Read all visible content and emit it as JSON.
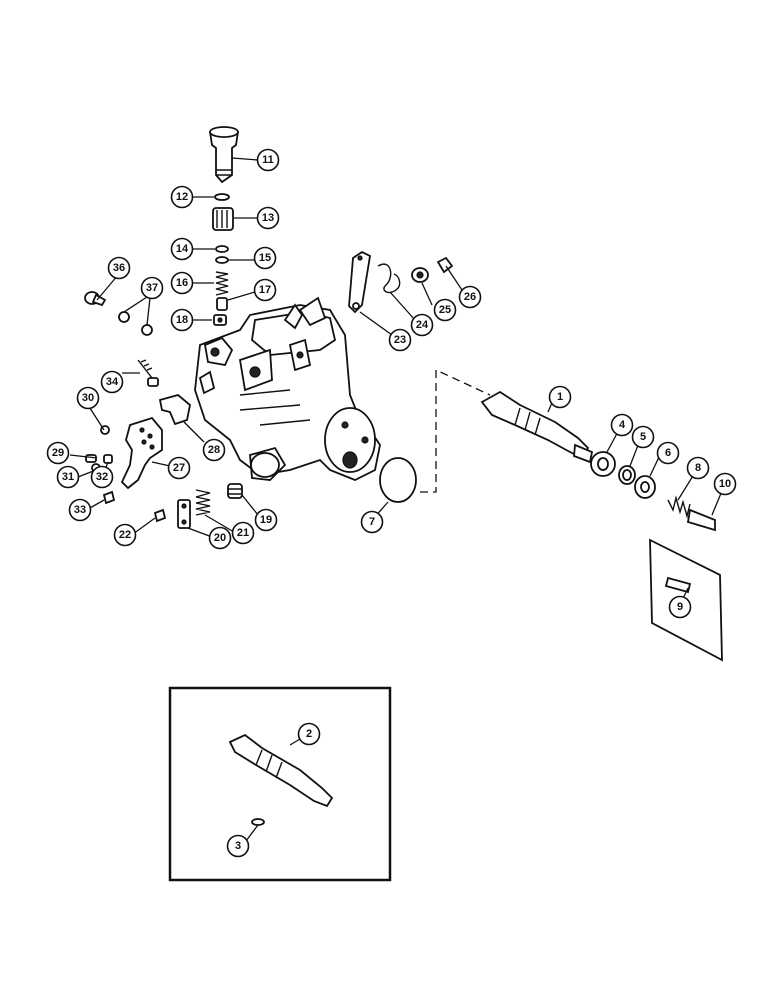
{
  "callouts": [
    "1",
    "2",
    "3",
    "4",
    "5",
    "6",
    "7",
    "8",
    "9",
    "10",
    "11",
    "12",
    "13",
    "14",
    "15",
    "16",
    "17",
    "18",
    "19",
    "20",
    "21",
    "22",
    "23",
    "24",
    "25",
    "26",
    "27",
    "28",
    "29",
    "30",
    "31",
    "32",
    "33",
    "34",
    "36",
    "37"
  ]
}
